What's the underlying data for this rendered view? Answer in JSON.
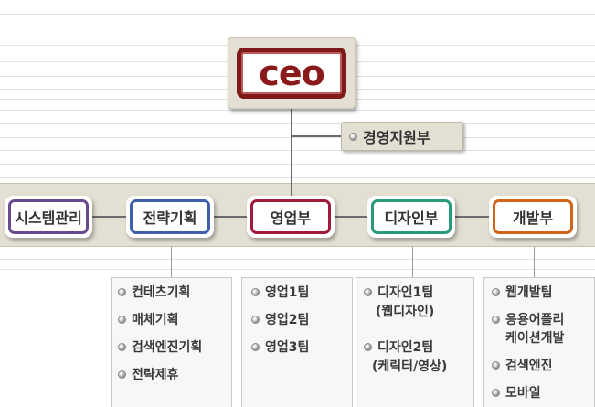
{
  "ceo": {
    "label": "ceo"
  },
  "staff": {
    "label": "경영지원부"
  },
  "departments": [
    {
      "label": "시스템관리",
      "color": "#6a4a8f"
    },
    {
      "label": "전략기획",
      "color": "#3f5fae"
    },
    {
      "label": "영업부",
      "color": "#a01a3a"
    },
    {
      "label": "디자인부",
      "color": "#2a9a7a"
    },
    {
      "label": "개발부",
      "color": "#d0651a"
    }
  ],
  "teams": {
    "strategy": [
      "컨테츠기획",
      "매체기획",
      "검색엔진기획",
      "전략제휴"
    ],
    "sales": [
      "영업1팀",
      "영업2팀",
      "영업3팀"
    ],
    "design": [
      {
        "name": "디자인1팀",
        "sub": "(웹디자인)"
      },
      {
        "name": "디자인2팀",
        "sub": "(케릭터/영상)"
      }
    ],
    "dev": [
      {
        "name": "웹개발팀"
      },
      {
        "name": "응용어플리",
        "sub": "케이션개발"
      },
      {
        "name": "검색엔진"
      },
      {
        "name": "모바일"
      }
    ]
  }
}
